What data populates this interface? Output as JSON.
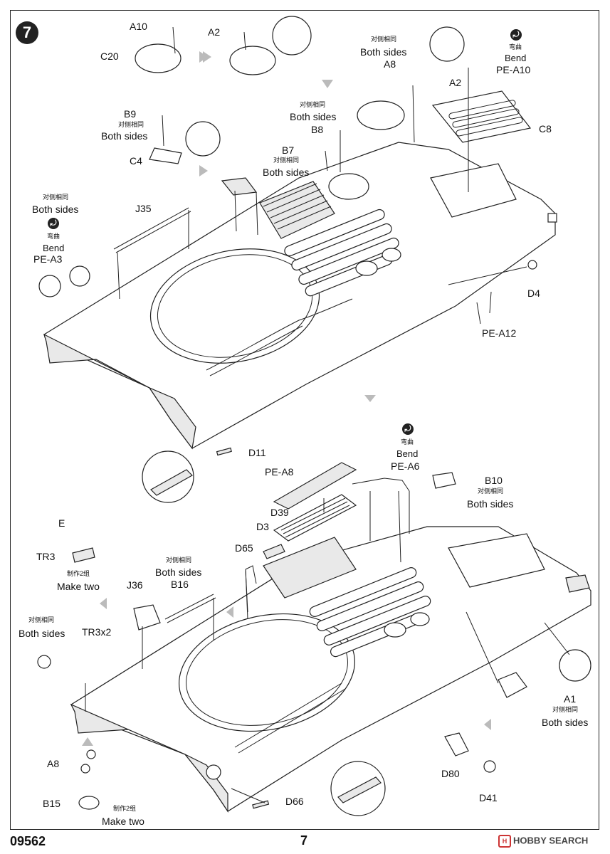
{
  "step": "7",
  "footer": {
    "kit_number": "09562",
    "page_number": "7",
    "watermark": "HOBBY SEARCH"
  },
  "labels": {
    "a10": "A10",
    "a2_top": "A2",
    "c20": "C20",
    "b9": "B9",
    "c4": "C4",
    "b8": "B8",
    "b7": "B7",
    "a8_top": "A8",
    "a2_right": "A2",
    "pe_a10": "PE-A10",
    "c8": "C8",
    "j35": "J35",
    "pe_a3": "PE-A3",
    "d4": "D4",
    "pe_a12": "PE-A12",
    "d11": "D11",
    "pe_a8": "PE-A8",
    "d39": "D39",
    "d3": "D3",
    "d65": "D65",
    "pe_a6": "PE-A6",
    "b10": "B10",
    "e": "E",
    "tr3": "TR3",
    "j36": "J36",
    "b16": "B16",
    "tr3x2": "TR3x2",
    "a1": "A1",
    "a8_bottom": "A8",
    "b15": "B15",
    "d80": "D80",
    "d41": "D41",
    "d66": "D66"
  },
  "notes": {
    "both_sides_cn": "对侧相同",
    "both_sides_en": "Both sides",
    "bend_cn": "弯曲",
    "bend_en": "Bend",
    "make_two_cn": "制作2组",
    "make_two_en": "Make two"
  }
}
